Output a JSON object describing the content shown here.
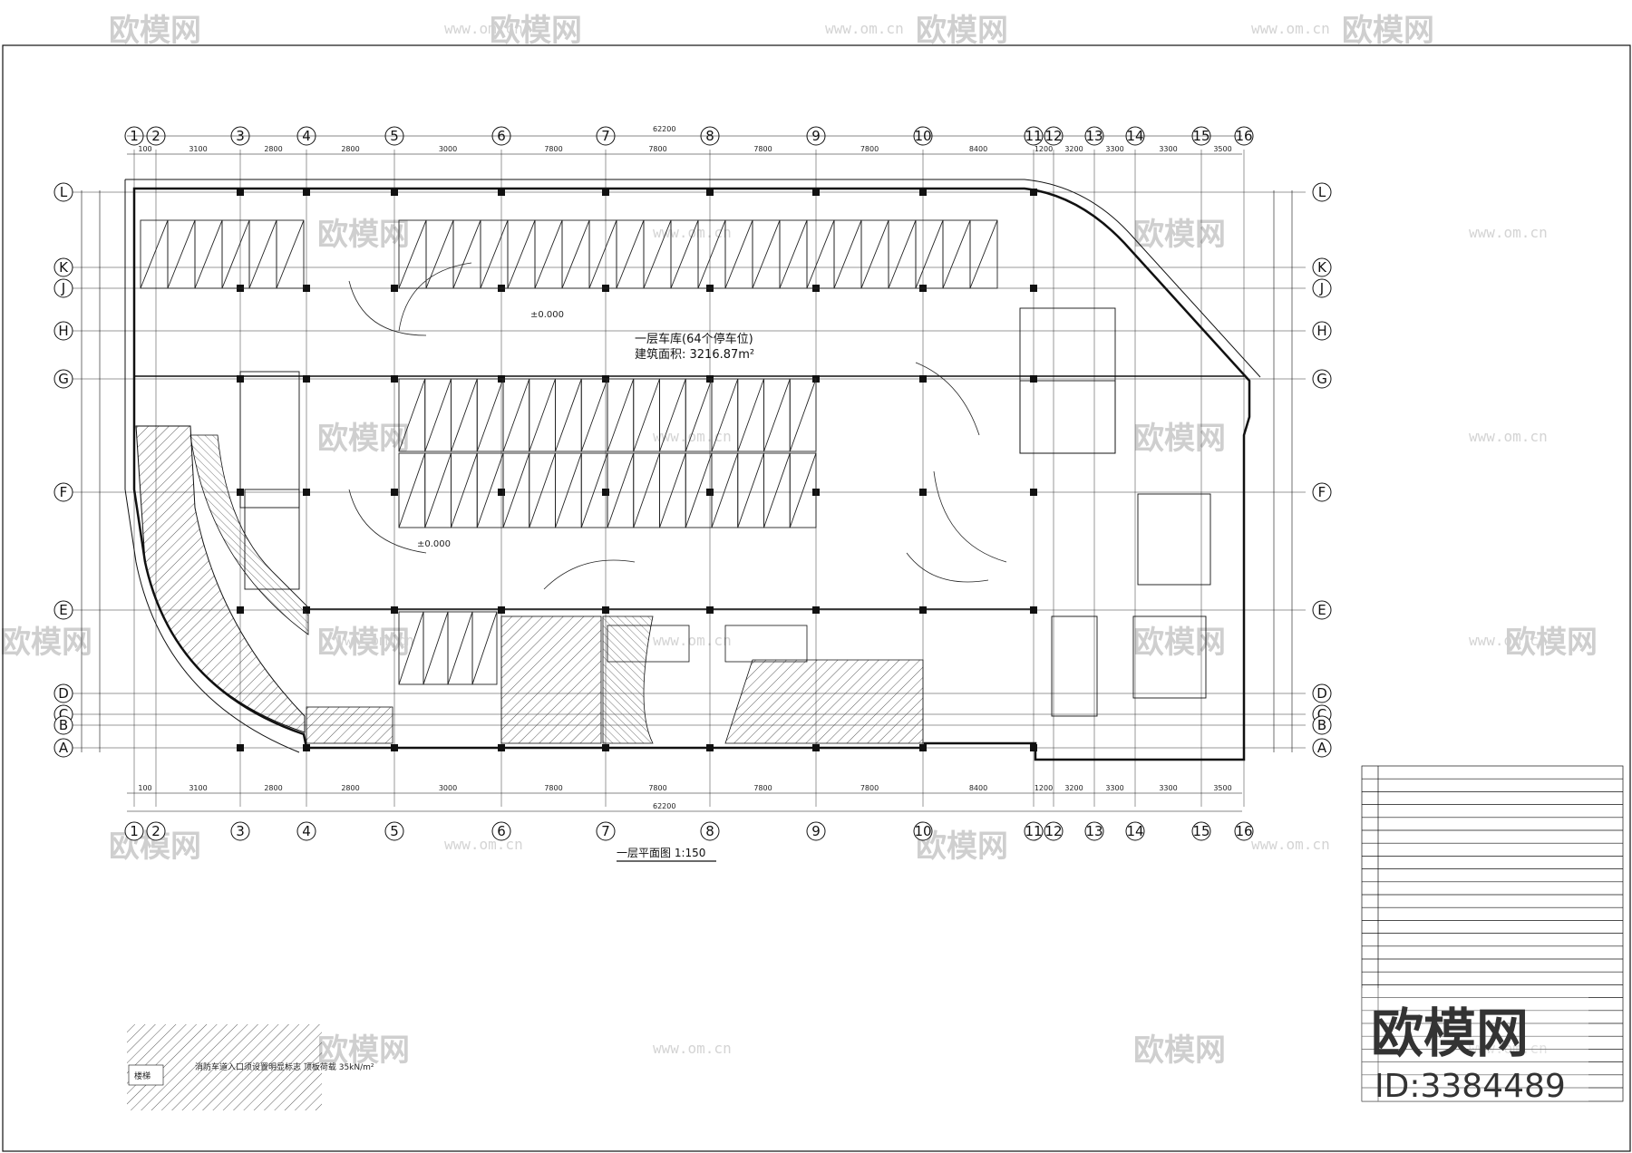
{
  "watermark": {
    "text": "欧模网",
    "url": "www.om.cn"
  },
  "plan": {
    "garage_title": "一层车库(64个停车位)",
    "garage_area": "建筑面积: 3216.87m²",
    "elevation_mark": "±0.000",
    "drawing_title": "一层平面图 1:150",
    "total_dim": "62200",
    "top_dims": [
      "100",
      "3100",
      "2800",
      "2800",
      "3000",
      "7800",
      "7800",
      "7800",
      "7800",
      "8400",
      "1200",
      "3200",
      "3300",
      "3300",
      "3500",
      "100"
    ],
    "col_labels": [
      "1",
      "2",
      "3",
      "4",
      "5",
      "6",
      "7",
      "8",
      "9",
      "10",
      "11",
      "12",
      "13",
      "14",
      "15",
      "16"
    ],
    "row_labels": [
      "L",
      "K",
      "J",
      "H",
      "G",
      "F",
      "E",
      "D",
      "C",
      "B",
      "A"
    ]
  },
  "brand_box": {
    "logo": "欧模网",
    "id": "ID:3384489"
  },
  "legend_note": {
    "label": "楼梯",
    "text": "消防车道入口须设置明显标志 顶板荷载 35kN/m²"
  },
  "colors": {
    "line": "#111111",
    "watermark": "#cfcfcf",
    "hatch": "#333333"
  }
}
